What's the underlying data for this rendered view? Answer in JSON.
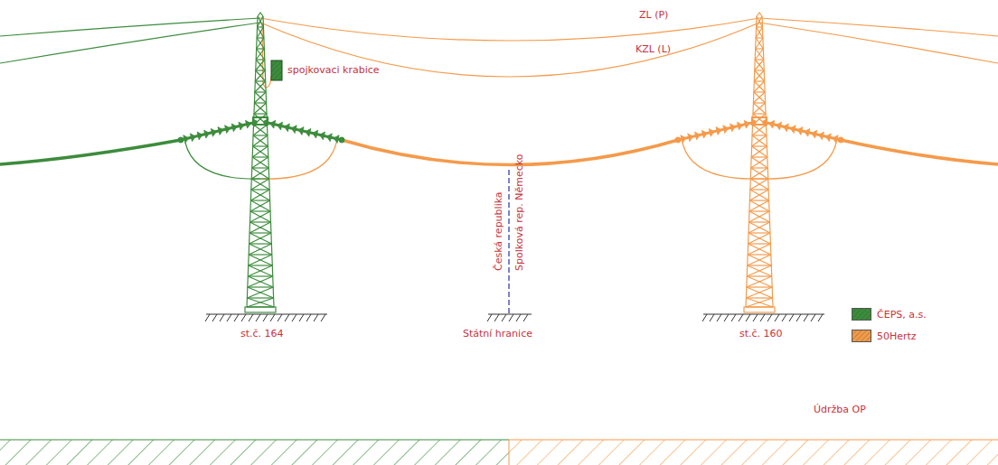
{
  "diagram": {
    "labels": [
      "ZL (P)",
      "KZL (L)",
      "spojkovaci krabice",
      "Česká republika",
      "Spolková rep. Německo",
      "st.č. 164",
      "Státní hranice",
      "st.č. 160",
      "Údržba OP"
    ],
    "legend": [
      {
        "text": "ČEPS, a.s.",
        "color": "#3c8c3c"
      },
      {
        "text": "50Hertz",
        "color": "#f59a4a"
      }
    ]
  }
}
